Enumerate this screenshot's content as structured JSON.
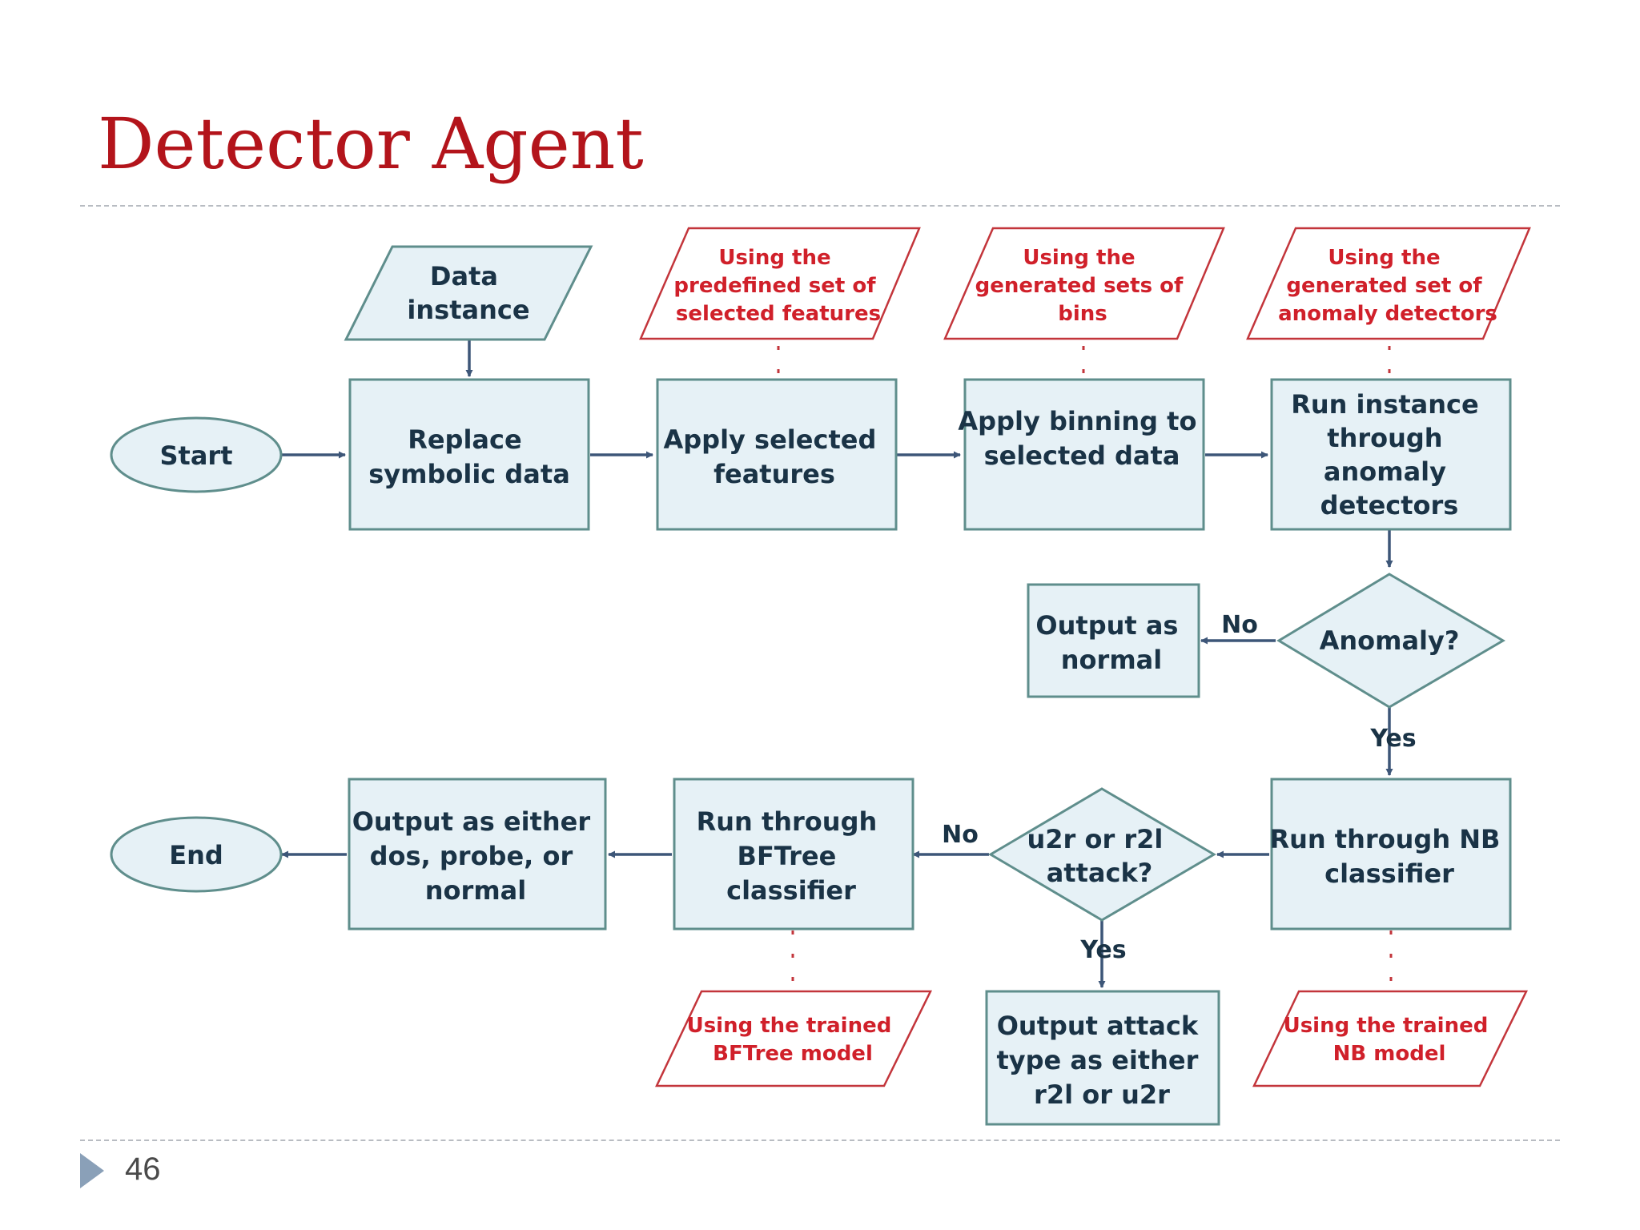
{
  "slide": {
    "title": "Detector Agent",
    "page_number": "46"
  },
  "colors": {
    "title": "#b3141b",
    "process_fill": "#e6f1f6",
    "process_stroke": "#5f8e8c",
    "process_text": "#1a3346",
    "resource_stroke": "#c3353b",
    "resource_text": "#d0202a",
    "connector": "#3d5678",
    "resource_link": "#c3353b"
  },
  "flow": {
    "start": "Start",
    "end": "End",
    "data_input": [
      "Data",
      "instance"
    ],
    "steps": {
      "replace_symbolic": [
        "Replace",
        "symbolic data"
      ],
      "apply_features": [
        "Apply selected",
        "features"
      ],
      "apply_binning": [
        "Apply binning to",
        "selected data"
      ],
      "run_anomaly": [
        "Run instance",
        "through",
        "anomaly",
        "detectors"
      ],
      "output_normal": [
        "Output as",
        "normal"
      ],
      "run_nb": [
        "Run through NB",
        "classifier"
      ],
      "output_attack": [
        "Output attack",
        "type as either",
        "r2l or u2r"
      ],
      "run_bftree": [
        "Run through",
        "BFTree",
        "classifier"
      ],
      "output_final": [
        "Output as either",
        "dos, probe, or",
        "normal"
      ]
    },
    "decisions": {
      "anomaly": [
        "Anomaly?"
      ],
      "attack_type": [
        "u2r or r2l",
        "attack?"
      ]
    },
    "branch_labels": {
      "anomaly_no": "No",
      "anomaly_yes": "Yes",
      "attack_no": "No",
      "attack_yes": "Yes"
    },
    "resources": {
      "features": [
        "Using the",
        "predefined set of",
        "selected features"
      ],
      "bins": [
        "Using the",
        "generated sets of",
        "bins"
      ],
      "detectors": [
        "Using the",
        "generated set of",
        "anomaly detectors"
      ],
      "bftree": [
        "Using the trained",
        "BFTree model"
      ],
      "nb": [
        "Using the trained",
        "NB model"
      ]
    }
  }
}
